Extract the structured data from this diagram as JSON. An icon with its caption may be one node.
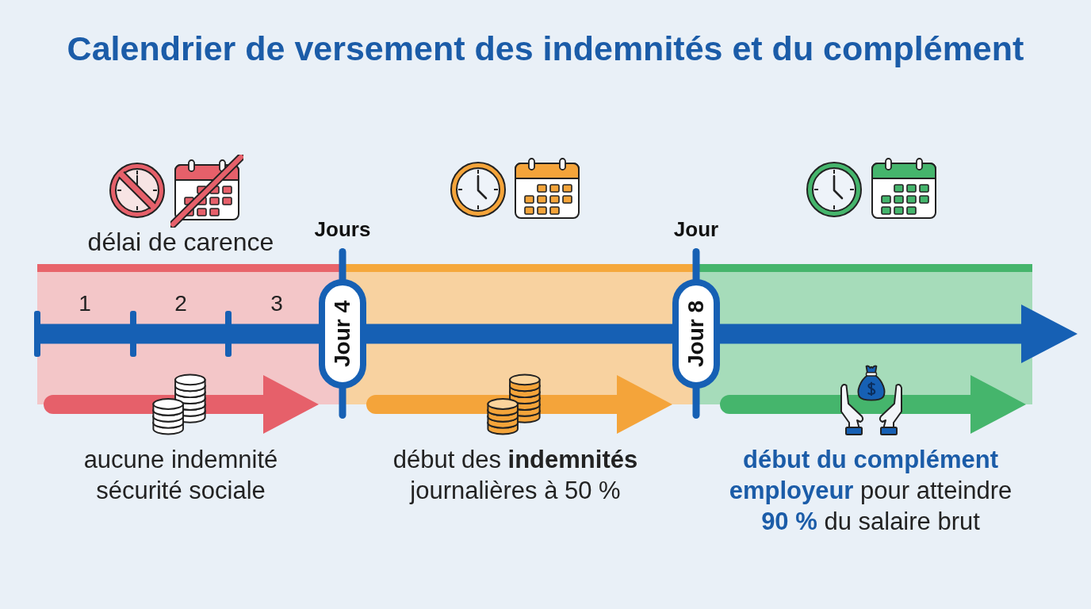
{
  "diagram": {
    "title": "Calendrier de versement des indemnités et du complément",
    "nodes": [
      {
        "text": [
          "délai de carence",
          "1",
          "2",
          "3"
        ],
        "beside": [
          "aucune indemnité sécurité sociale"
        ]
      },
      {
        "text": [],
        "shape": "box",
        "beside": [
          "début des **indemnités** journalières à 50 %"
        ]
      },
      {
        "text": [],
        "shape": "box",
        "beside": [
          "**début du complément employeur** pour atteindre **90 %** du salaire brut"
        ]
      },
      {
        "text": [
          "Jours",
          "Jour 4"
        ]
      },
      {
        "text": [
          "Jour",
          "Jour 8"
        ]
      }
    ],
    "edges": [
      {
        "from": 0,
        "to": 3,
        "arrow": "to",
        "color": "#e6606a"
      },
      {
        "from": 3,
        "to": 4,
        "arrow": "to",
        "color": "#f4a43a"
      },
      {
        "from": 4,
        "to": 2,
        "arrow": "to",
        "color": "#45b56c"
      }
    ]
  }
}
